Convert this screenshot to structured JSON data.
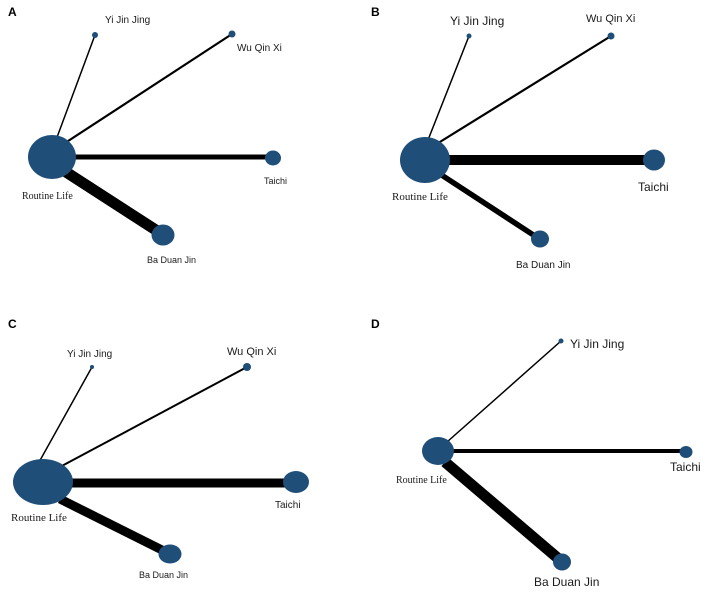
{
  "colors": {
    "node": "#1f4e79",
    "edge": "#000000",
    "background": "#ffffff"
  },
  "panels": [
    {
      "letter": "A",
      "nodes": [
        {
          "id": "routine",
          "label": "Routine Life"
        },
        {
          "id": "yjj",
          "label": "Yi Jin Jing"
        },
        {
          "id": "wqx",
          "label": "Wu Qin Xi"
        },
        {
          "id": "taichi",
          "label": "Taichi"
        },
        {
          "id": "bdj",
          "label": "Ba Duan Jin"
        }
      ],
      "edges": [
        {
          "from": "routine",
          "to": "yjj"
        },
        {
          "from": "routine",
          "to": "wqx"
        },
        {
          "from": "routine",
          "to": "taichi"
        },
        {
          "from": "routine",
          "to": "bdj"
        }
      ]
    },
    {
      "letter": "B",
      "nodes": [
        {
          "id": "routine",
          "label": "Routine Life"
        },
        {
          "id": "yjj",
          "label": "Yi Jin Jing"
        },
        {
          "id": "wqx",
          "label": "Wu Qin Xi"
        },
        {
          "id": "taichi",
          "label": "Taichi"
        },
        {
          "id": "bdj",
          "label": "Ba Duan Jin"
        }
      ],
      "edges": [
        {
          "from": "routine",
          "to": "yjj"
        },
        {
          "from": "routine",
          "to": "wqx"
        },
        {
          "from": "routine",
          "to": "taichi"
        },
        {
          "from": "routine",
          "to": "bdj"
        }
      ]
    },
    {
      "letter": "C",
      "nodes": [
        {
          "id": "routine",
          "label": "Routine Life"
        },
        {
          "id": "yjj",
          "label": "Yi Jin Jing"
        },
        {
          "id": "wqx",
          "label": "Wu Qin Xi"
        },
        {
          "id": "taichi",
          "label": "Taichi"
        },
        {
          "id": "bdj",
          "label": "Ba Duan Jin"
        }
      ],
      "edges": [
        {
          "from": "routine",
          "to": "yjj"
        },
        {
          "from": "routine",
          "to": "wqx"
        },
        {
          "from": "routine",
          "to": "taichi"
        },
        {
          "from": "routine",
          "to": "bdj"
        }
      ]
    },
    {
      "letter": "D",
      "nodes": [
        {
          "id": "routine",
          "label": "Routine Life"
        },
        {
          "id": "yjj",
          "label": "Yi Jin Jing"
        },
        {
          "id": "taichi",
          "label": "Taichi"
        },
        {
          "id": "bdj",
          "label": "Ba Duan Jin"
        }
      ],
      "edges": [
        {
          "from": "routine",
          "to": "yjj"
        },
        {
          "from": "routine",
          "to": "taichi"
        },
        {
          "from": "routine",
          "to": "bdj"
        }
      ]
    }
  ]
}
